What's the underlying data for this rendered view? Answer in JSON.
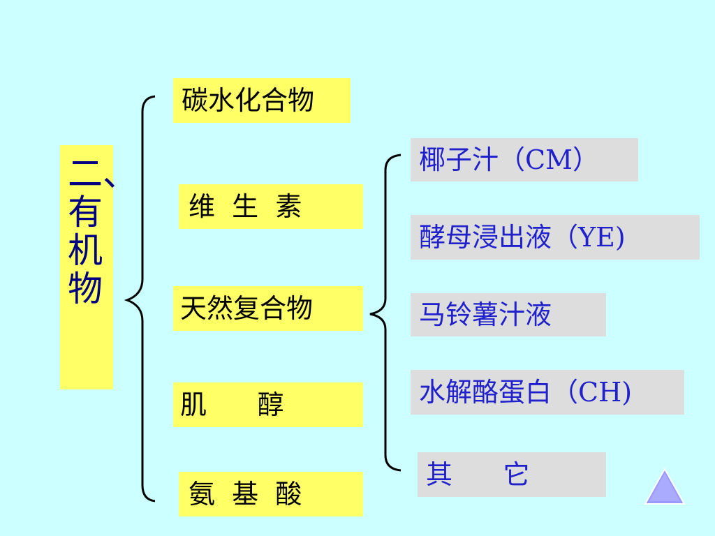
{
  "title": {
    "label": "二、\n有\n机\n物"
  },
  "categories": [
    {
      "label": "碳水化合物"
    },
    {
      "label": "维  生  素"
    },
    {
      "label": "天然复合物"
    },
    {
      "label": "肌      醇"
    },
    {
      "label": "氨  基  酸"
    }
  ],
  "natural_complexes": [
    {
      "label": "椰子汁（CM）"
    },
    {
      "label": "酵母浸出液（YE)"
    },
    {
      "label": "马铃薯汁液"
    },
    {
      "label": "水解酪蛋白（CH)"
    },
    {
      "label": "其      它"
    }
  ],
  "colors": {
    "background": "#ccffff",
    "category_fill": "#ffff66",
    "complex_fill": "#dddddd",
    "complex_text": "#2020cc",
    "title_text": "#000080",
    "nav_triangle": "#9999ff"
  },
  "icons": {
    "nav": "up-triangle-icon"
  }
}
